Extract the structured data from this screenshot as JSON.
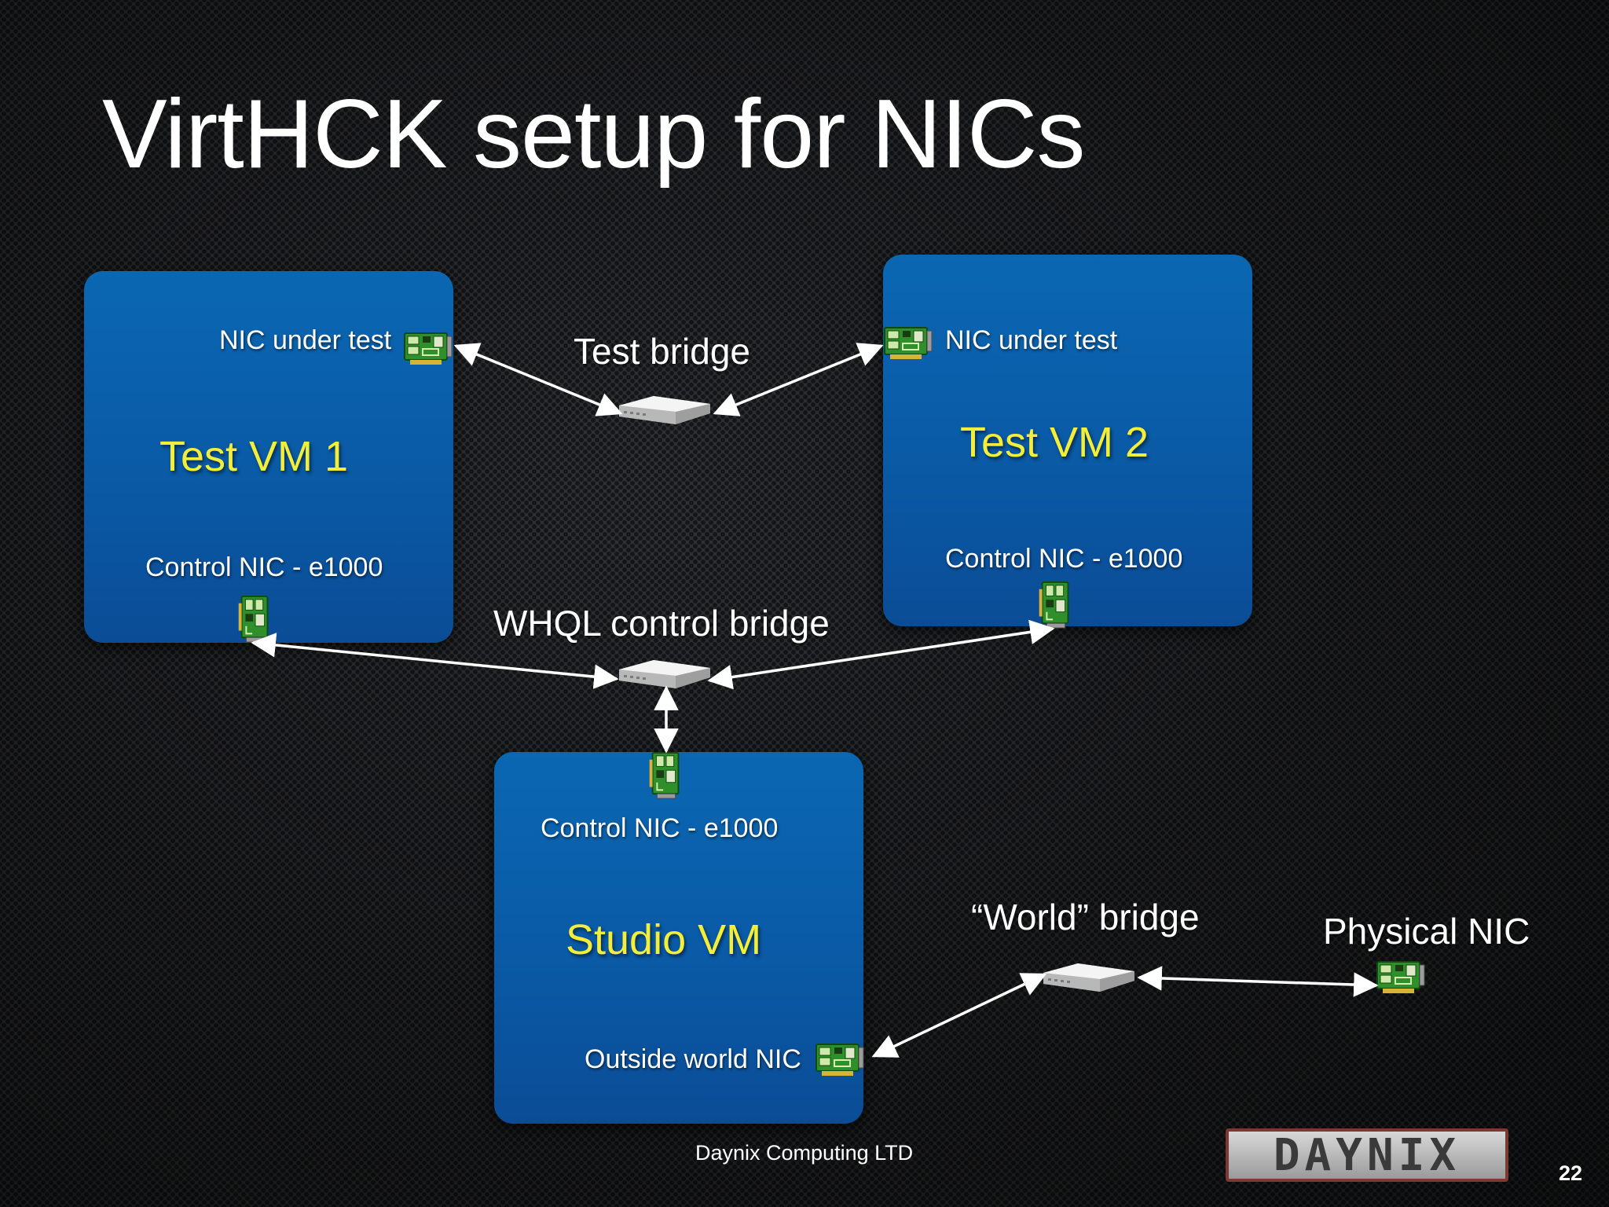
{
  "slide": {
    "title": "VirtHCK setup for NICs",
    "footer": "Daynix Computing LTD",
    "logo_text": "DAYNIX",
    "page_number": "22"
  },
  "vms": {
    "test_vm_1": {
      "name": "Test VM 1",
      "nic_test_label": "NIC under test",
      "nic_control_label": "Control NIC - e1000"
    },
    "test_vm_2": {
      "name": "Test VM 2",
      "nic_test_label": "NIC under test",
      "nic_control_label": "Control NIC - e1000"
    },
    "studio_vm": {
      "name": "Studio VM",
      "nic_control_label": "Control NIC - e1000",
      "nic_outside_label": "Outside world NIC"
    }
  },
  "bridges": {
    "test": "Test bridge",
    "control": "WHQL control bridge",
    "world": "“World” bridge"
  },
  "physical_nic": {
    "label": "Physical NIC"
  },
  "colors": {
    "vm_box": "#0b5fab",
    "vm_name": "#f2ee3a",
    "text": "#ffffff",
    "nic_board": "#2a8a2a",
    "connector": "#ffffff"
  },
  "icons": {
    "nic": "network-card-icon",
    "bridge": "network-switch-icon",
    "logo": "daynix-logo"
  }
}
